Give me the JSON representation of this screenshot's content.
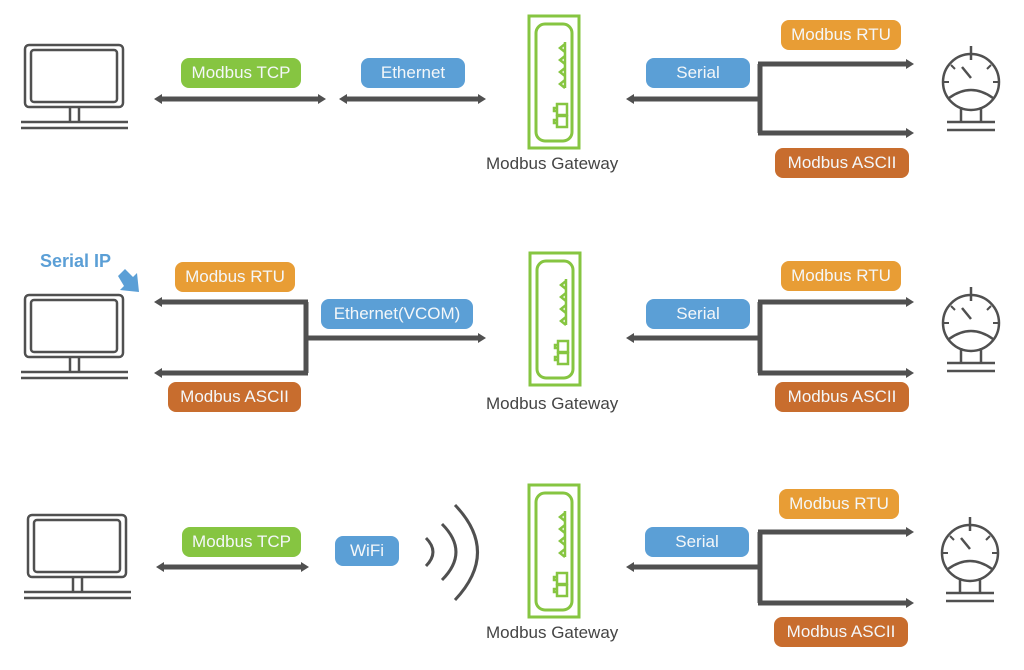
{
  "colors": {
    "tcp_green": "#86c541",
    "link_blue": "#5b9fd6",
    "rtu_orange": "#e89d35",
    "ascii_rust": "#c86d2e",
    "gateway_green": "#86c541",
    "line_gray": "#505050"
  },
  "rows": [
    {
      "host_icon": "computer-monitor-icon",
      "left_labels": [
        "Modbus TCP"
      ],
      "link_label": "Ethernet",
      "gateway_label": "Modbus Gateway",
      "serial_label": "Serial",
      "right_labels": [
        "Modbus RTU",
        "Modbus ASCII"
      ],
      "device_icon": "gauge-meter-icon"
    },
    {
      "annotation": "Serial IP",
      "host_icon": "computer-monitor-icon",
      "left_labels": [
        "Modbus RTU",
        "Modbus ASCII"
      ],
      "link_label": "Ethernet(VCOM)",
      "gateway_label": "Modbus Gateway",
      "serial_label": "Serial",
      "right_labels": [
        "Modbus RTU",
        "Modbus ASCII"
      ],
      "device_icon": "gauge-meter-icon"
    },
    {
      "host_icon": "computer-monitor-icon",
      "left_labels": [
        "Modbus TCP"
      ],
      "link_label": "WiFi",
      "gateway_label": "Modbus Gateway",
      "serial_label": "Serial",
      "right_labels": [
        "Modbus RTU",
        "Modbus ASCII"
      ],
      "device_icon": "gauge-meter-icon"
    }
  ]
}
